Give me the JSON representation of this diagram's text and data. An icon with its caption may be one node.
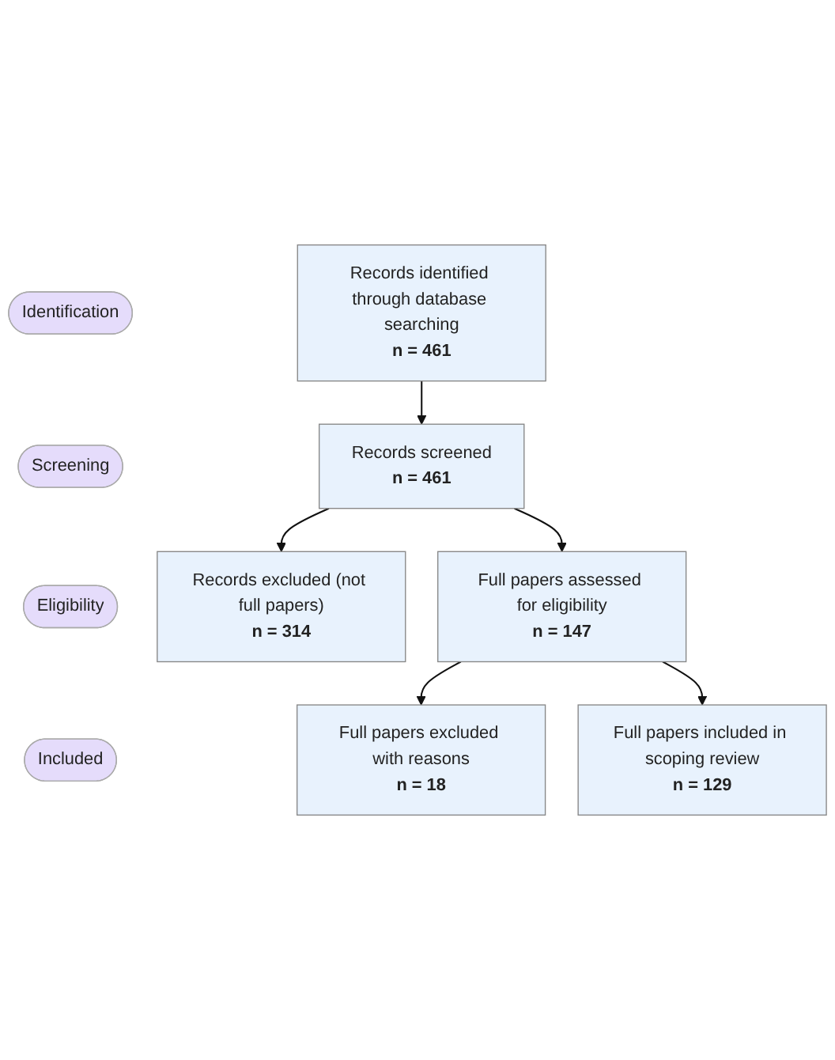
{
  "diagram": {
    "nodes": [
      {
        "text": [
          "Identification"
        ]
      },
      {
        "text": [
          "Records identified through database searching",
          "n = 461"
        ]
      },
      {
        "text": [
          "Screening"
        ]
      },
      {
        "text": [
          "Records screened",
          "n = 461"
        ]
      },
      {
        "text": [
          "Records excluded (not full papers)",
          "n = 314"
        ]
      },
      {
        "text": [
          "Eligibility"
        ]
      },
      {
        "text": [
          "Full papers assessed for eligibility",
          "n = 147"
        ]
      },
      {
        "text": [
          "Full papers excluded with reasons",
          "n = 18"
        ]
      },
      {
        "text": [
          "Included"
        ]
      },
      {
        "text": [
          "Full papers included in scoping review",
          "n = 129"
        ]
      }
    ],
    "edges": [
      {
        "from": 1,
        "to": 3,
        "arrow": "to"
      },
      {
        "from": 3,
        "to": 4,
        "arrow": "to"
      },
      {
        "from": 3,
        "to": 6,
        "arrow": "to"
      },
      {
        "from": 6,
        "to": 7,
        "arrow": "to"
      },
      {
        "from": 6,
        "to": 9,
        "arrow": "to"
      }
    ]
  }
}
